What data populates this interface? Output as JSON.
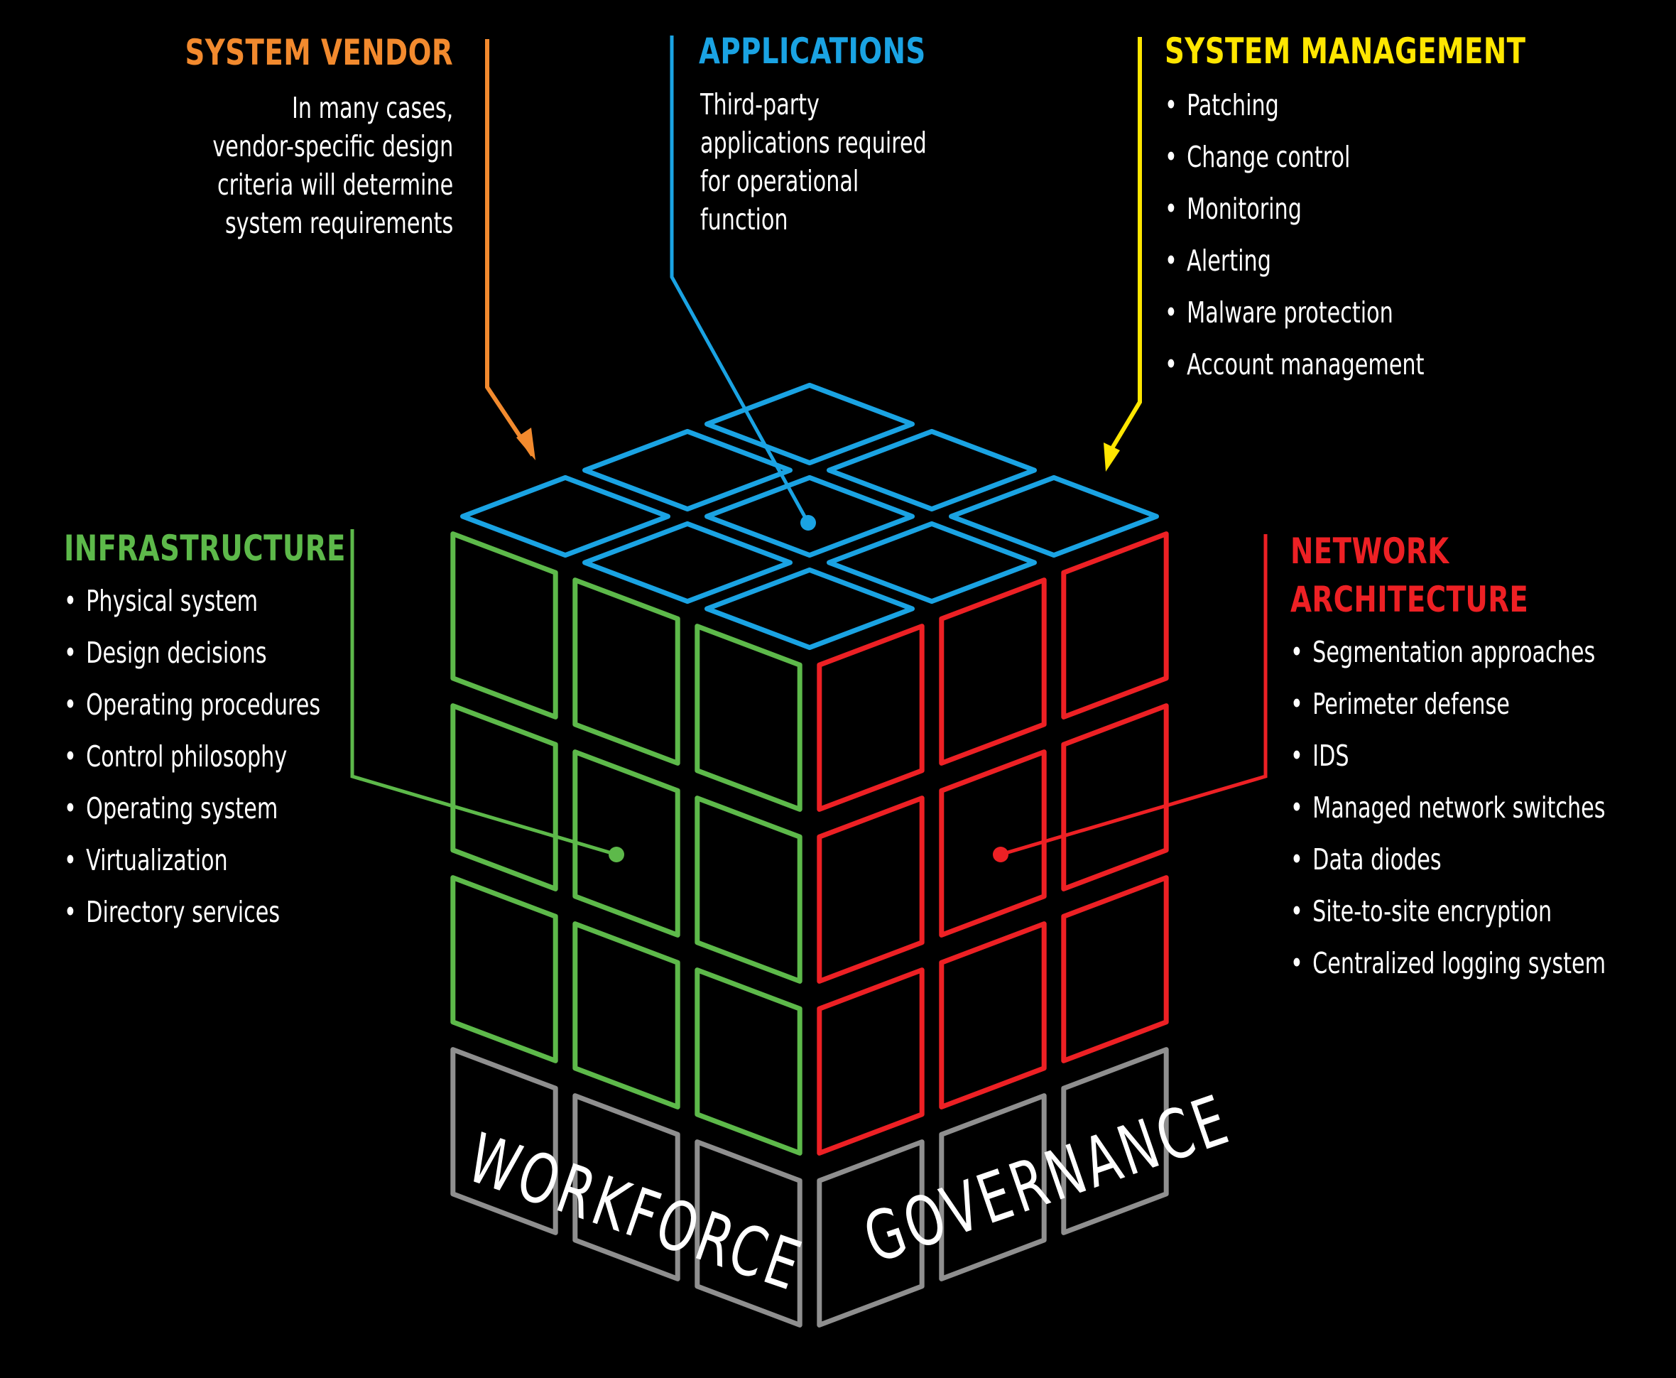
{
  "colors": {
    "background": "#000000",
    "vendor": "#f28a2e",
    "applications": "#1aa3e3",
    "management": "#ffe600",
    "infrastructure": "#5db94a",
    "network": "#ed2024",
    "base": "#8f8f8f",
    "text": "#ffffff"
  },
  "system_vendor": {
    "title": "SYSTEM VENDOR",
    "lines": [
      "In many cases,",
      "vendor-specific design",
      "criteria will determine",
      "system requirements"
    ]
  },
  "applications": {
    "title": "APPLICATIONS",
    "lines": [
      "Third-party",
      "applications required",
      "for operational",
      "function"
    ]
  },
  "system_management": {
    "title": "SYSTEM MANAGEMENT",
    "items": [
      "Patching",
      "Change control",
      "Monitoring",
      "Alerting",
      "Malware protection",
      "Account management"
    ]
  },
  "infrastructure": {
    "title": "INFRASTRUCTURE",
    "items": [
      "Physical system",
      "Design decisions",
      "Operating procedures",
      "Control philosophy",
      "Operating system",
      "Virtualization",
      "Directory services"
    ]
  },
  "network_architecture": {
    "title_lines": [
      "NETWORK",
      "ARCHITECTURE"
    ],
    "items": [
      "Segmentation approaches",
      "Perimeter defense",
      "IDS",
      "Managed network switches",
      "Data diodes",
      "Site-to-site encryption",
      "Centralized logging system"
    ]
  },
  "base_labels": {
    "left": "WORKFORCE",
    "right": "GOVERNANCE"
  }
}
